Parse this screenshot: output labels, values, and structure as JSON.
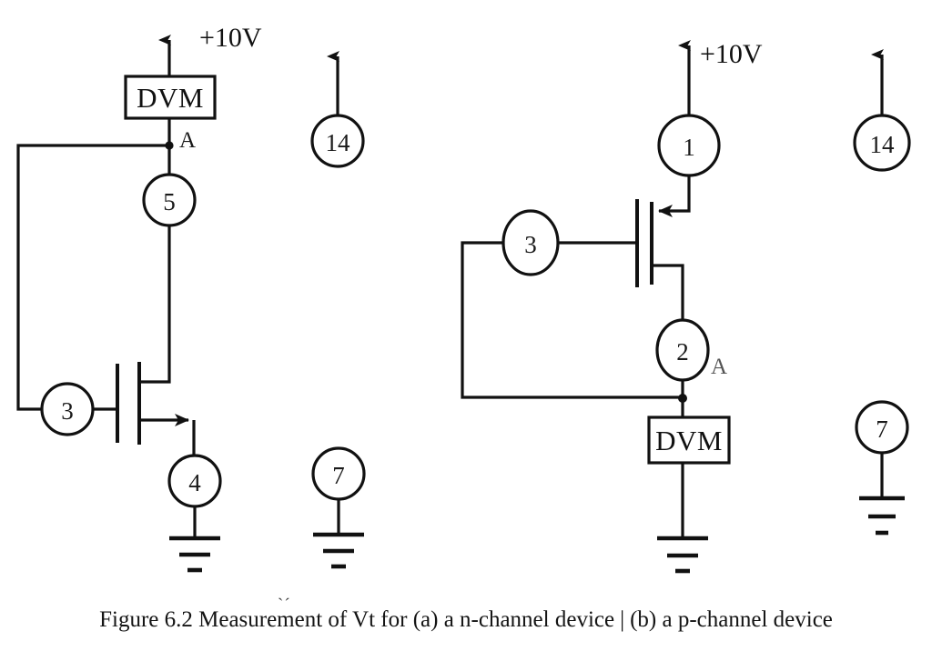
{
  "figure": {
    "caption_prefix": "Figure 6.2 Measurement of Vt for (a) a n-channel device",
    "caption_divider": "|",
    "caption_suffix": "(b) a p-channel device",
    "caption_artifact": "`´",
    "background_color": "#ffffff",
    "ink_color": "#111111"
  },
  "circuit_a": {
    "title": "n-channel device measurement",
    "supply_label": "+10V",
    "node_label_a": "A",
    "dvm_label": "DVM",
    "pins": {
      "drain_pin": "5",
      "gate_pin": "3",
      "source_pin": "4"
    },
    "spare_pins": {
      "top_pin": "14",
      "bottom_pin": "7"
    }
  },
  "circuit_b": {
    "title": "p-channel device measurement",
    "supply_label": "+10V",
    "node_label_a": "A",
    "dvm_label": "DVM",
    "pins": {
      "source_pin": "1",
      "gate_pin": "3",
      "drain_pin": "2"
    },
    "spare_pins": {
      "top_pin": "14",
      "bottom_pin": "7"
    }
  }
}
